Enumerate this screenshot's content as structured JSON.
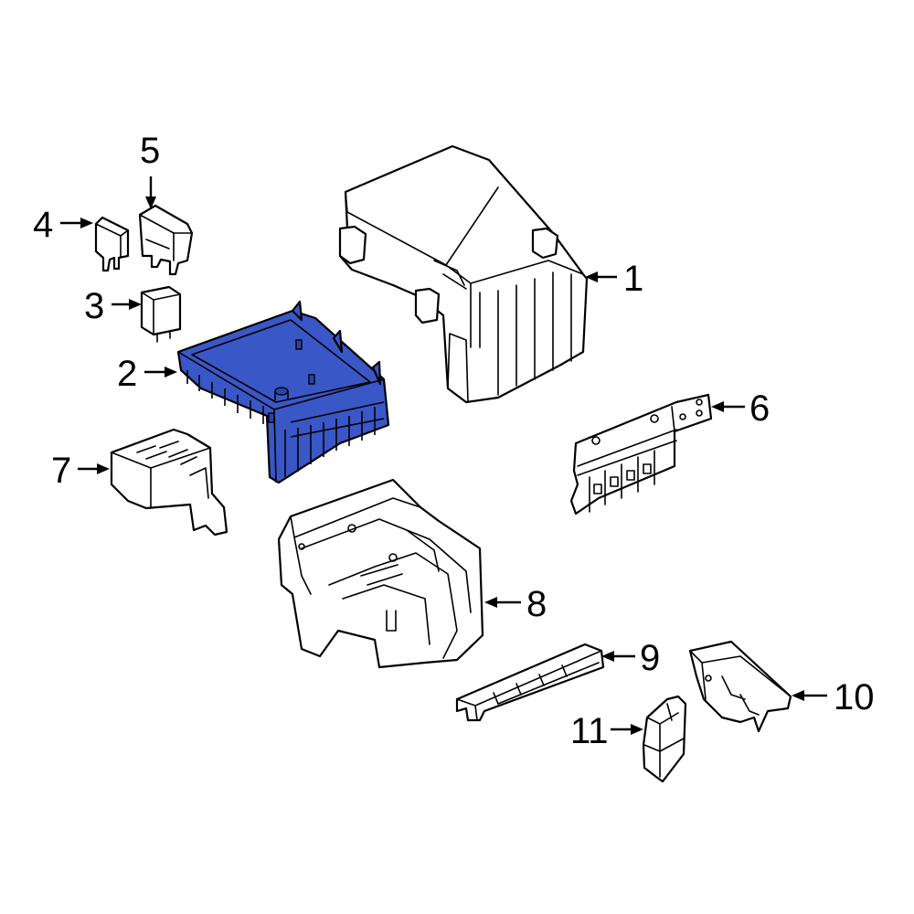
{
  "diagram": {
    "highlight_color": "#3a57c7",
    "line_color": "#000000",
    "background": "#ffffff",
    "callouts": [
      {
        "id": "1",
        "label": "1"
      },
      {
        "id": "2",
        "label": "2"
      },
      {
        "id": "3",
        "label": "3"
      },
      {
        "id": "4",
        "label": "4"
      },
      {
        "id": "5",
        "label": "5"
      },
      {
        "id": "6",
        "label": "6"
      },
      {
        "id": "7",
        "label": "7"
      },
      {
        "id": "8",
        "label": "8"
      },
      {
        "id": "9",
        "label": "9"
      },
      {
        "id": "10",
        "label": "10"
      },
      {
        "id": "11",
        "label": "11"
      }
    ],
    "highlighted_callout": "2"
  }
}
